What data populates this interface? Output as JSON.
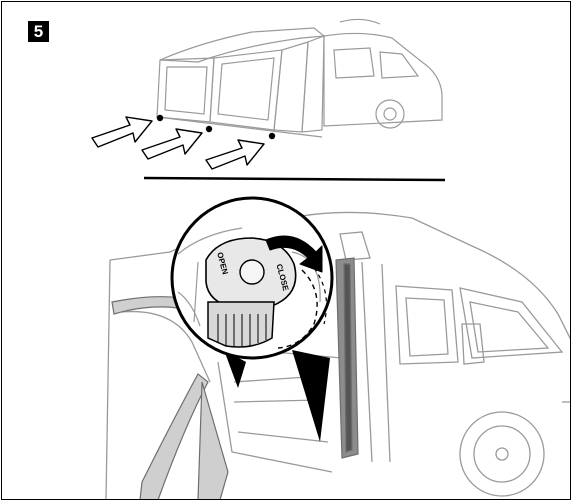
{
  "step": {
    "number": "5"
  },
  "knob": {
    "open_label": "OPEN",
    "close_label": "CLOSE"
  },
  "icons": {
    "arrow": "push-arrow-icon",
    "rotate": "clockwise-rotate-arrow-icon"
  },
  "colors": {
    "ink": "#000000",
    "line": "#555555",
    "light_line": "#9a9a9a",
    "fill_gray": "#cfcfcf",
    "dark_gray": "#6e6e6e"
  }
}
